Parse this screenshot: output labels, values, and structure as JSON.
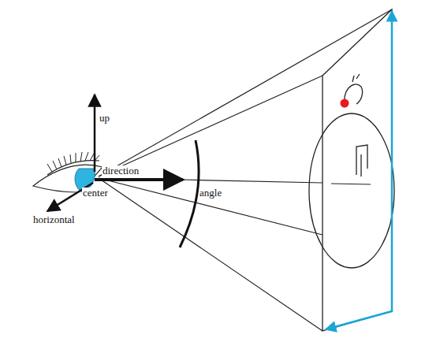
{
  "diagram": {
    "labels": [
      "up",
      "direction",
      "center",
      "horizontal",
      "angle"
    ]
  }
}
